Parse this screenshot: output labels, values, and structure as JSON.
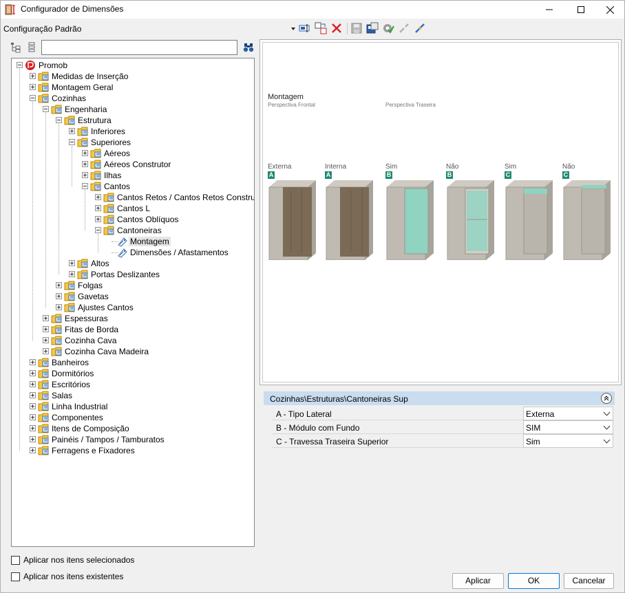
{
  "window": {
    "title": "Configurador de Dimensões",
    "minimize_glyph": "—",
    "maximize_glyph": "☐",
    "close_glyph": "✕"
  },
  "toolbar": {
    "config_value": "Configuração Padrão",
    "icons": [
      "rename-icon",
      "move-icon",
      "delete-icon",
      "save-icon",
      "export-icon",
      "apply-check-icon",
      "disconnect-icon",
      "connect-icon"
    ],
    "delete_color": "#d9202a"
  },
  "search": {
    "value": "",
    "binoculars_glyph": "⚲"
  },
  "tree": {
    "nodes": [
      {
        "label": "Promob"
      },
      {
        "label": "Medidas de Inserção"
      },
      {
        "label": "Montagem Geral"
      },
      {
        "label": "Cozinhas"
      },
      {
        "label": "Engenharia"
      },
      {
        "label": "Estrutura"
      },
      {
        "label": "Inferiores"
      },
      {
        "label": "Superiores"
      },
      {
        "label": "Aéreos"
      },
      {
        "label": "Aéreos Construtor"
      },
      {
        "label": "Ilhas"
      },
      {
        "label": "Cantos"
      },
      {
        "label": "Cantos Retos / Cantos Retos Construtor"
      },
      {
        "label": "Cantos L"
      },
      {
        "label": "Cantos Oblíquos"
      },
      {
        "label": "Cantoneiras"
      },
      {
        "label": "Montagem"
      },
      {
        "label": "Dimensões / Afastamentos"
      },
      {
        "label": "Altos"
      },
      {
        "label": "Portas Deslizantes"
      },
      {
        "label": "Folgas"
      },
      {
        "label": "Gavetas"
      },
      {
        "label": "Ajustes Cantos"
      },
      {
        "label": "Espessuras"
      },
      {
        "label": "Fitas de Borda"
      },
      {
        "label": "Cozinha Cava"
      },
      {
        "label": "Cozinha Cava Madeira"
      },
      {
        "label": "Banheiros"
      },
      {
        "label": "Dormitórios"
      },
      {
        "label": "Escritórios"
      },
      {
        "label": "Salas"
      },
      {
        "label": "Linha Industrial"
      },
      {
        "label": "Componentes"
      },
      {
        "label": "Itens de Composição"
      },
      {
        "label": "Painéis / Tampos / Tamburatos"
      },
      {
        "label": "Ferragens e Fixadores"
      }
    ]
  },
  "preview": {
    "title": "Montagem",
    "sub_front": "Perspectiva Frontal",
    "sub_back": "Perspectiva Traseira",
    "options": [
      {
        "label": "Externa",
        "badge": "A"
      },
      {
        "label": "Interna",
        "badge": "A"
      },
      {
        "label": "Sim",
        "badge": "B"
      },
      {
        "label": "Não",
        "badge": "B"
      },
      {
        "label": "Sim",
        "badge": "C"
      },
      {
        "label": "Não",
        "badge": "C"
      }
    ],
    "colors": {
      "badge": "#1f8a70",
      "cabinet": "#b9b5ad",
      "wood": "#7b6a55",
      "glass": "#8fd3c0"
    }
  },
  "properties": {
    "path": "Cozinhas\\Estruturas\\Cantoneiras Sup",
    "rows": [
      {
        "name": "A -  Tipo Lateral",
        "value": "Externa"
      },
      {
        "name": "B - Módulo com Fundo",
        "value": "SIM"
      },
      {
        "name": "C - Travessa Traseira Superior",
        "value": "Sim"
      }
    ],
    "header_color": "#c9dcf0"
  },
  "options": {
    "apply_selected": "Aplicar nos itens selecionados",
    "apply_existing": "Aplicar nos itens existentes"
  },
  "buttons": {
    "apply": "Aplicar",
    "ok": "OK",
    "cancel": "Cancelar"
  }
}
